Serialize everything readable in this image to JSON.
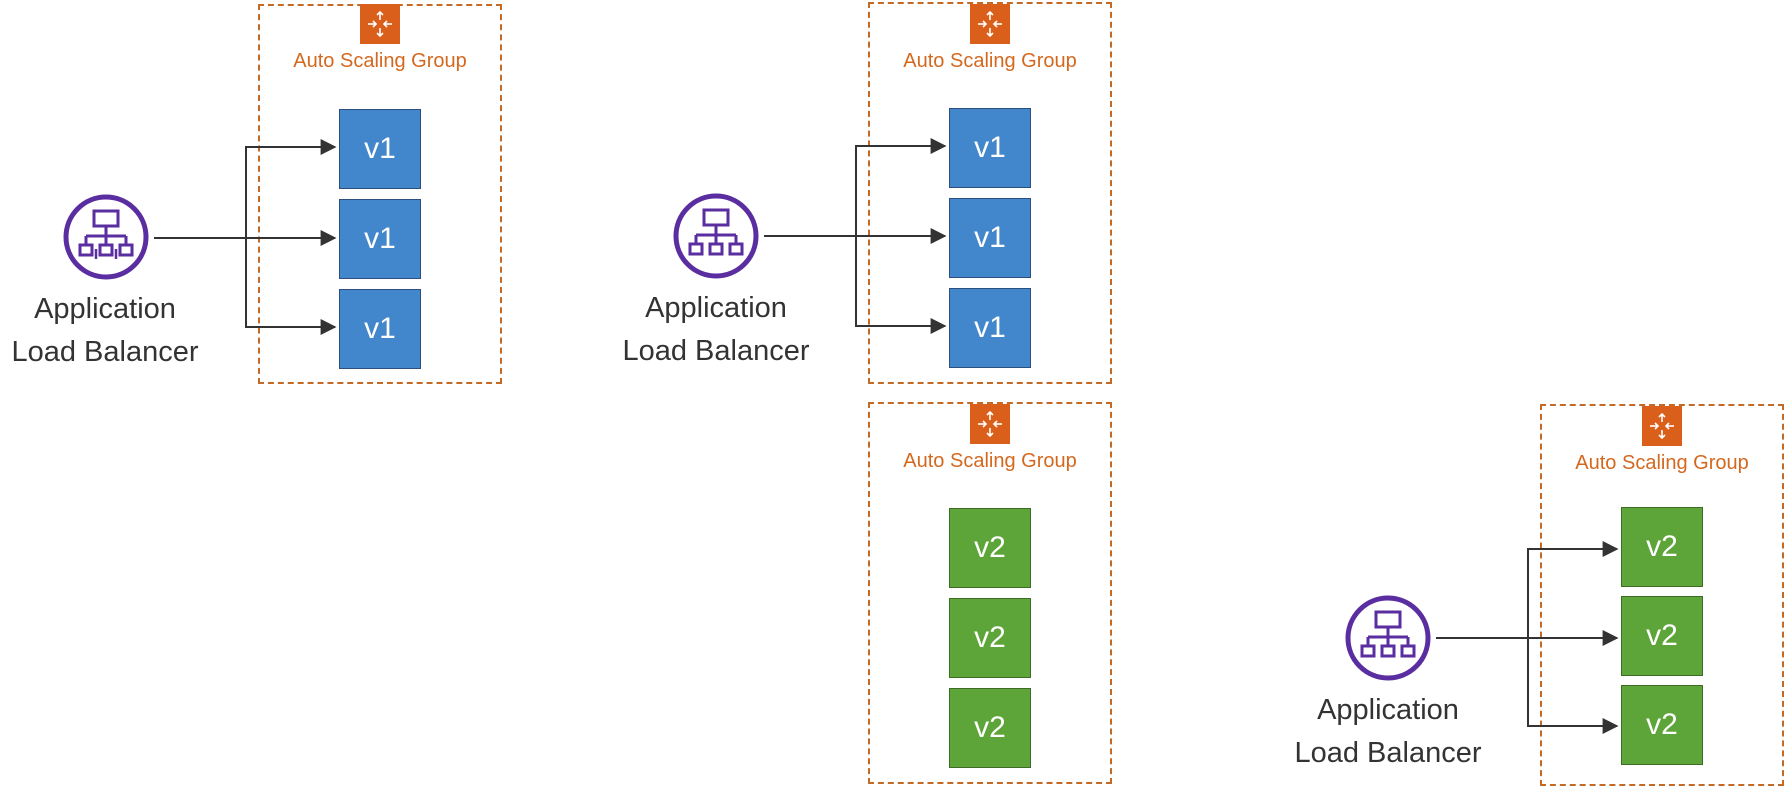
{
  "colors": {
    "asg_border": "#c26a26",
    "asg_label": "#d4681f",
    "asg_icon": "#d95f1b",
    "v1_instance": "#4286cb",
    "v2_instance": "#5ea539",
    "alb_icon": "#5a2da0",
    "arrow": "#333333"
  },
  "icons": {
    "load_balancer": "application-load-balancer-icon",
    "auto_scaling": "auto-scaling-group-icon"
  },
  "panels": [
    {
      "load_balancer": {
        "line1": "Application",
        "line2": "Load Balancer"
      },
      "groups": [
        {
          "label": "Auto Scaling Group",
          "instances": [
            "v1",
            "v1",
            "v1"
          ]
        }
      ]
    },
    {
      "load_balancer": {
        "line1": "Application",
        "line2": "Load Balancer"
      },
      "groups": [
        {
          "label": "Auto Scaling Group",
          "instances": [
            "v1",
            "v1",
            "v1"
          ]
        },
        {
          "label": "Auto Scaling Group",
          "instances": [
            "v2",
            "v2",
            "v2"
          ]
        }
      ]
    },
    {
      "load_balancer": {
        "line1": "Application",
        "line2": "Load Balancer"
      },
      "groups": [
        {
          "label": "Auto Scaling Group",
          "instances": [
            "v2",
            "v2",
            "v2"
          ]
        }
      ]
    }
  ]
}
